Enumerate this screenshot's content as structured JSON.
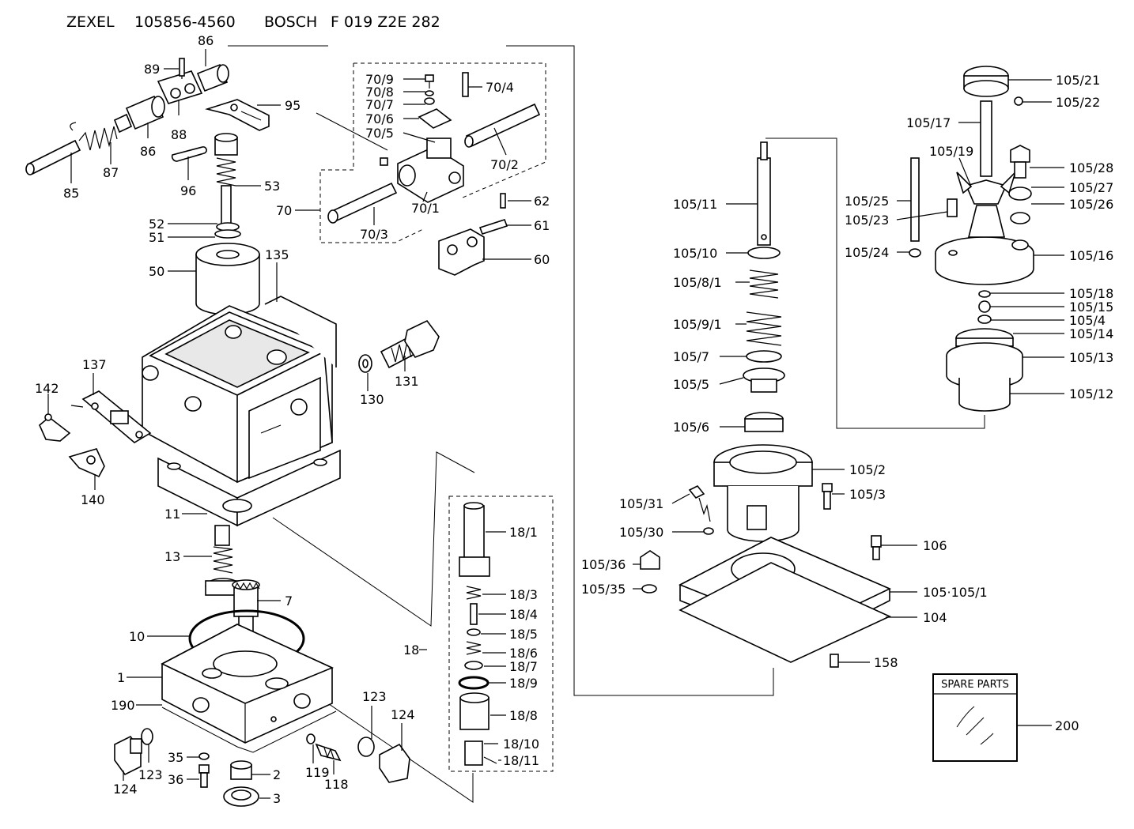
{
  "header": {
    "brand1": "ZEXEL",
    "part1": "105856-4560",
    "brand2": "BOSCH",
    "part2": "F 019 Z2E 282"
  },
  "labels": {
    "l89": "89",
    "l86a": "86",
    "l95": "95",
    "l88": "88",
    "l86b": "86",
    "l87": "87",
    "l85": "85",
    "l96": "96",
    "l53": "53",
    "l52": "52",
    "l51": "51",
    "l50": "50",
    "l135": "135",
    "l70": "70",
    "l70_9": "70/9",
    "l70_8": "70/8",
    "l70_7": "70/7",
    "l70_6": "70/6",
    "l70_5": "70/5",
    "l70_4": "70/4",
    "l70_2": "70/2",
    "l70_1": "70/1",
    "l70_3": "70/3",
    "l62": "62",
    "l61": "61",
    "l60": "60",
    "l137": "137",
    "l142": "142",
    "l140": "140",
    "l130": "130",
    "l131": "131",
    "l11": "11",
    "l13": "13",
    "l7": "7",
    "l10": "10",
    "l1": "1",
    "l190": "190",
    "l123a": "123",
    "l124a": "124",
    "l35": "35",
    "l36": "36",
    "l2": "2",
    "l3": "3",
    "l119": "119",
    "l118": "118",
    "l123b": "123",
    "l124b": "124",
    "l18": "18",
    "l18_1": "18/1",
    "l18_3": "18/3",
    "l18_4": "18/4",
    "l18_5": "18/5",
    "l18_6": "18/6",
    "l18_7": "18/7",
    "l18_9": "18/9",
    "l18_8": "18/8",
    "l18_10": "18/10",
    "l18_11": "18/11",
    "l105_11": "105/11",
    "l105_10": "105/10",
    "l105_8_1": "105/8/1",
    "l105_9_1": "105/9/1",
    "l105_7": "105/7",
    "l105_5": "105/5",
    "l105_6": "105/6",
    "l105_2": "105/2",
    "l105_3": "105/3",
    "l105_31": "105/31",
    "l105_30": "105/30",
    "l105_36": "105/36",
    "l105_35": "105/35",
    "l106": "106",
    "l105_105_1": "105·105/1",
    "l104": "104",
    "l158": "158",
    "l105_21": "105/21",
    "l105_22": "105/22",
    "l105_17": "105/17",
    "l105_19": "105/19",
    "l105_28": "105/28",
    "l105_25": "105/25",
    "l105_27": "105/27",
    "l105_23": "105/23",
    "l105_26": "105/26",
    "l105_24": "105/24",
    "l105_16": "105/16",
    "l105_18": "105/18",
    "l105_15": "105/15",
    "l105_4": "105/4",
    "l105_14": "105/14",
    "l105_13": "105/13",
    "l105_12": "105/12",
    "l200": "200"
  },
  "spare_parts": {
    "title": "SPARE PARTS"
  }
}
